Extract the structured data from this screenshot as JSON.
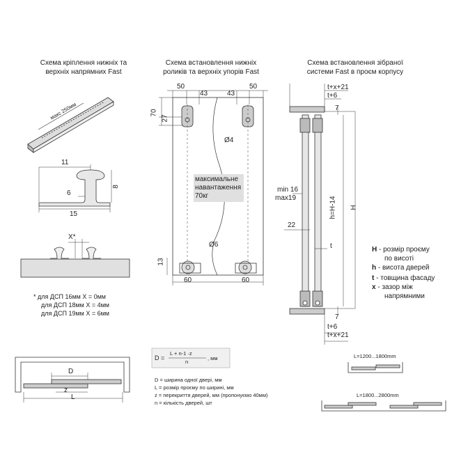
{
  "titles": {
    "left": [
      "Схема кріплення нижніх та",
      "верхніх напрямних Fast"
    ],
    "middle": [
      "Схема встановлення нижніх",
      "роликів та верхніх упорів Fast"
    ],
    "right": [
      "Схема встановлення зібраної",
      "системи Fast в проєм корпусу"
    ]
  },
  "rail": {
    "max_label": "макс 250мм"
  },
  "profile": {
    "d11": "11",
    "d8": "8",
    "d6": "6",
    "d15": "15"
  },
  "gap": {
    "x_label": "X*",
    "notes": [
      "*  для ДСП 16мм X = 0мм",
      "для ДСП 18мм X = 4мм",
      "для ДСП 19мм X = 6мм"
    ]
  },
  "panel": {
    "top_dims": [
      "50",
      "43",
      "43",
      "50"
    ],
    "side_dims": [
      "70",
      "27"
    ],
    "bottom_left": "13",
    "bottom_dims": [
      "60",
      "60"
    ],
    "hole_top": "Ø4",
    "hole_bottom": "Ø6",
    "load": [
      "максимальне",
      "навантаження",
      "70кг"
    ]
  },
  "assembly": {
    "top_dims": [
      "t+x+21",
      "t+6"
    ],
    "bottom_dims": [
      "t+6",
      "t+x+21"
    ],
    "right_small": [
      "7",
      "7"
    ],
    "min_max": [
      "min 16",
      "max19"
    ],
    "d22": "22",
    "t": "t",
    "h_label": "h=H-14",
    "H_label": "H"
  },
  "legend": [
    [
      "H",
      " - розмір проєму",
      "по висоті"
    ],
    [
      "h",
      " - висота дверей",
      ""
    ],
    [
      "t",
      " - товщина фасаду",
      ""
    ],
    [
      "x",
      " - зазор між",
      "напрямними"
    ]
  ],
  "formula": {
    "prefix": "D =",
    "numerator": "L + n-1 ·z",
    "denominator": "n",
    "unit": ", мм",
    "lines": [
      "D = ширина одної двері, мм",
      "L = розмір проєму по ширині, мм",
      "z = перекриття дверей, мм (пропонуємо 40мм)",
      "n = кількість дверей, шт"
    ]
  },
  "bottom_left": {
    "D": "D",
    "z": "z",
    "L": "L"
  },
  "ranges": {
    "r1": "L=1200...1800mm",
    "r2": "L=1800...2800mm"
  }
}
